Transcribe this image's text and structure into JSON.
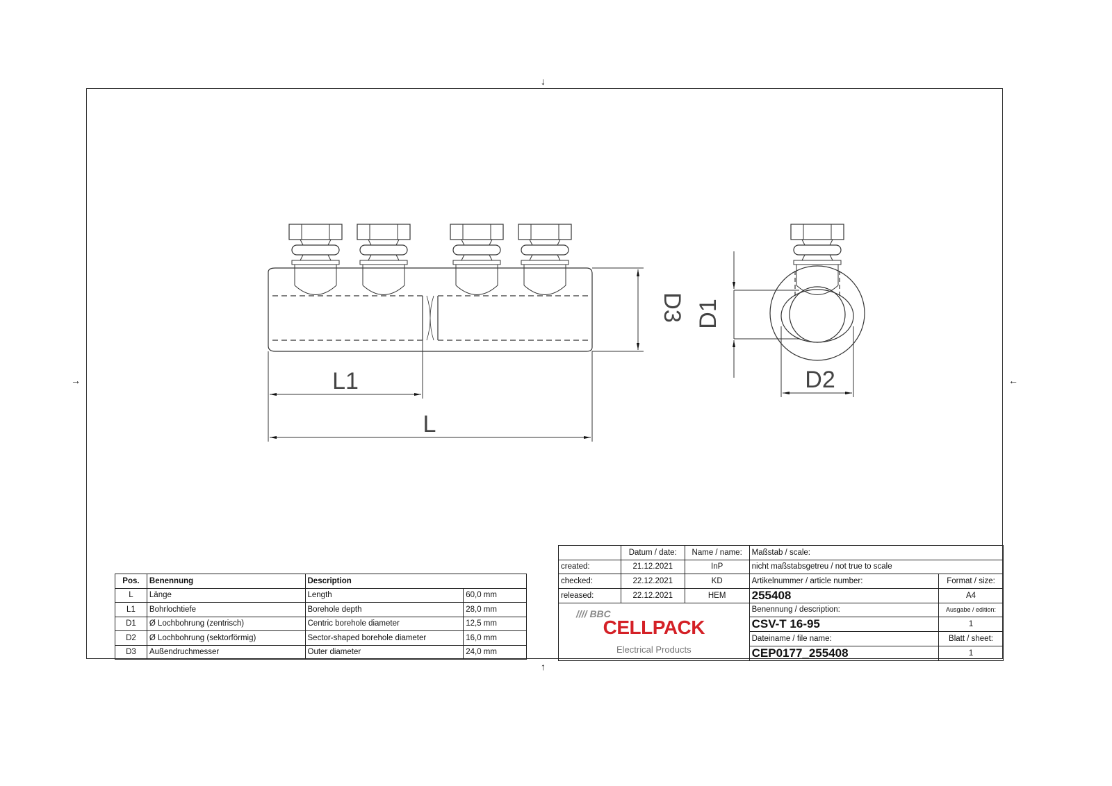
{
  "drawing": {
    "dimension_labels": {
      "L": "L",
      "L1": "L1",
      "D1": "D1",
      "D2": "D2",
      "D3": "D3"
    },
    "markers": {
      "top": "↓",
      "bottom": "↑",
      "left": "→",
      "right": "←"
    }
  },
  "parts_table": {
    "headers": {
      "pos": "Pos.",
      "benennung": "Benennung",
      "description": "Description"
    },
    "rows": [
      {
        "pos": "L",
        "benennung": "Länge",
        "description": "Length",
        "value": "60,0 mm"
      },
      {
        "pos": "L1",
        "benennung": "Bohrlochtiefe",
        "description": "Borehole depth",
        "value": "28,0 mm"
      },
      {
        "pos": "D1",
        "benennung": "Ø Lochbohrung (zentrisch)",
        "description": "Centric borehole diameter",
        "value": "12,5 mm"
      },
      {
        "pos": "D2",
        "benennung": "Ø Lochbohrung (sektorförmig)",
        "description": "Sector-shaped borehole diameter",
        "value": "16,0 mm"
      },
      {
        "pos": "D3",
        "benennung": "Außendruchmesser",
        "description": "Outer diameter",
        "value": "24,0 mm"
      }
    ]
  },
  "title_block": {
    "date_header": "Datum / date:",
    "name_header": "Name / name:",
    "scale_label": "Maßstab / scale:",
    "scale_value": "nicht maßstabsgetreu / not true to scale",
    "rows": [
      {
        "label": "created:",
        "date": "21.12.2021",
        "name": "InP"
      },
      {
        "label": "checked:",
        "date": "22.12.2021",
        "name": "KD"
      },
      {
        "label": "released:",
        "date": "22.12.2021",
        "name": "HEM"
      }
    ],
    "article_label": "Artikelnummer / article number:",
    "article_number": "255408",
    "format_label": "Format / size:",
    "format_value": "A4",
    "description_label": "Benennung / description:",
    "description_value": "CSV-T 16-95",
    "edition_label": "Ausgabe / edition:",
    "edition_value": "1",
    "filename_label": "Dateiname / file name:",
    "filename_value": "CEP0177_255408",
    "sheet_label": "Blatt / sheet:",
    "sheet_value": "1",
    "logo": {
      "bbc": "//// BBC",
      "brand": "CELLPACK",
      "tagline": "Electrical Products",
      "brand_color": "#d42026"
    }
  }
}
